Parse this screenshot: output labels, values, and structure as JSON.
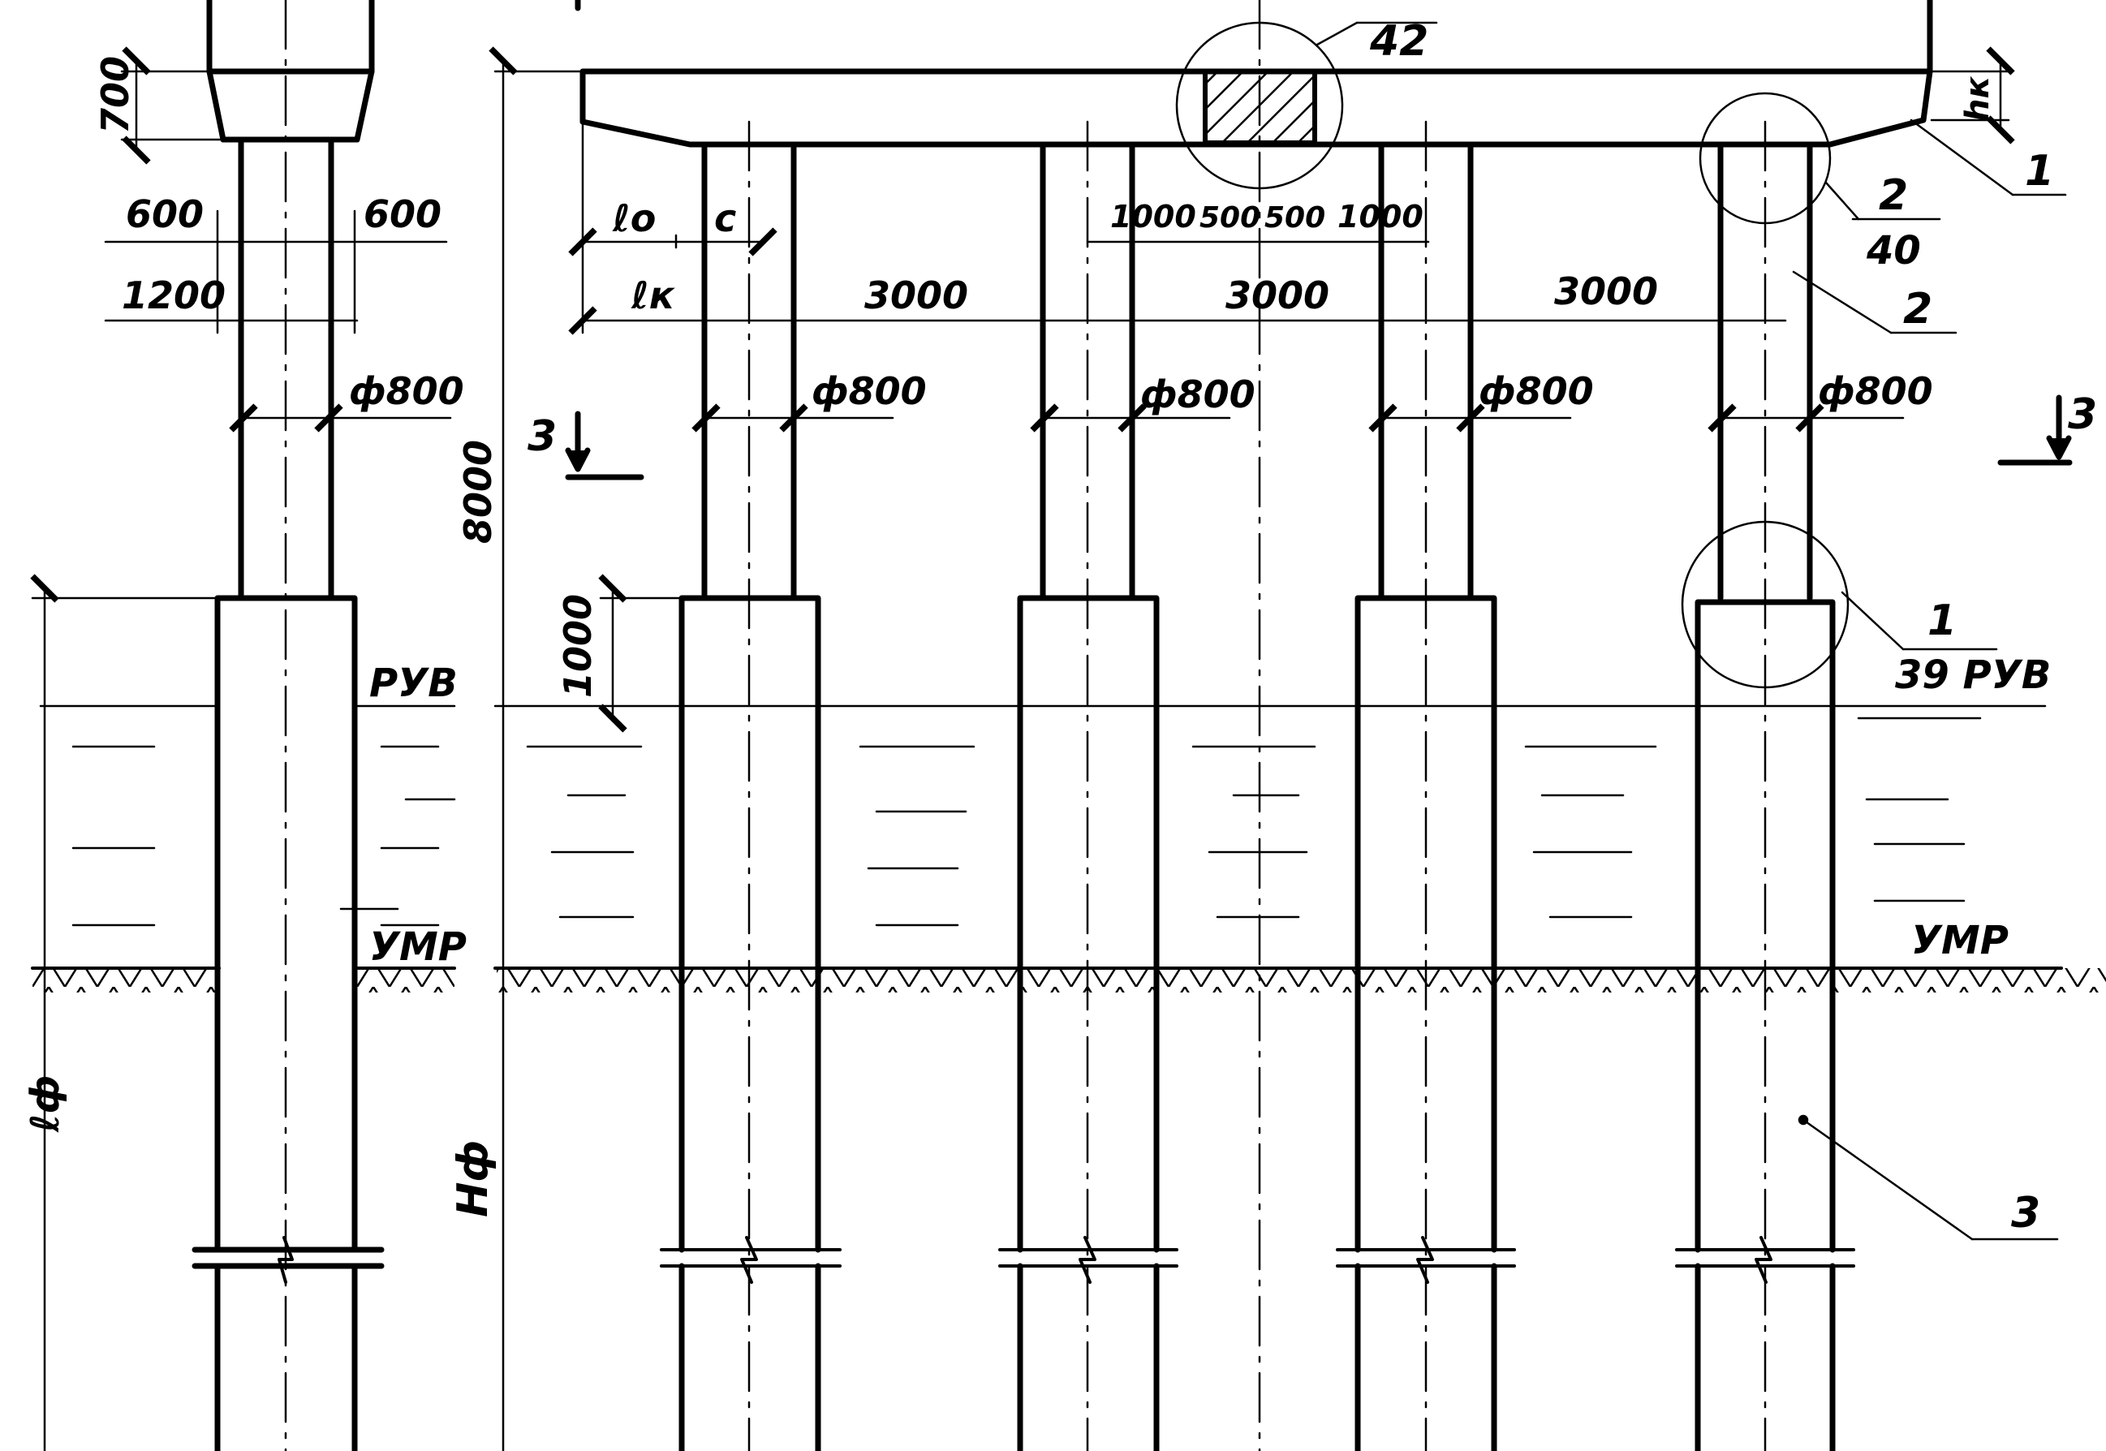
{
  "labels": {
    "dim_700": "700",
    "dim_600_left": "600",
    "dim_600_right": "600",
    "dim_1200": "1200",
    "diam_side": "ф800",
    "lo": "ℓo",
    "c": "c",
    "lk": "ℓк",
    "span_1": "3000",
    "span_2": "3000",
    "span_3": "3000",
    "dim_1000_left": "1000",
    "dim_500_left": "500",
    "dim_500_right": "500",
    "dim_1000_right": "1000",
    "diam_1": "ф800",
    "diam_2": "ф800",
    "diam_3": "ф800",
    "diam_4": "ф800",
    "height_8000": "8000",
    "height_1000": "1000",
    "hk": "hк",
    "section_left": "3",
    "section_right": "3",
    "ruv_side": "РУВ",
    "umr_side": "УМР",
    "umr_main": "УМР",
    "hf": "Нф",
    "lf": "ℓф",
    "node_42_den": "42",
    "callout_1_top": "1",
    "callout_2_num": "2",
    "callout_2_den": "40",
    "callout_2": "2",
    "callout_1_num": "1",
    "callout_39_ruv": "39 РУВ",
    "callout_3": "3"
  }
}
